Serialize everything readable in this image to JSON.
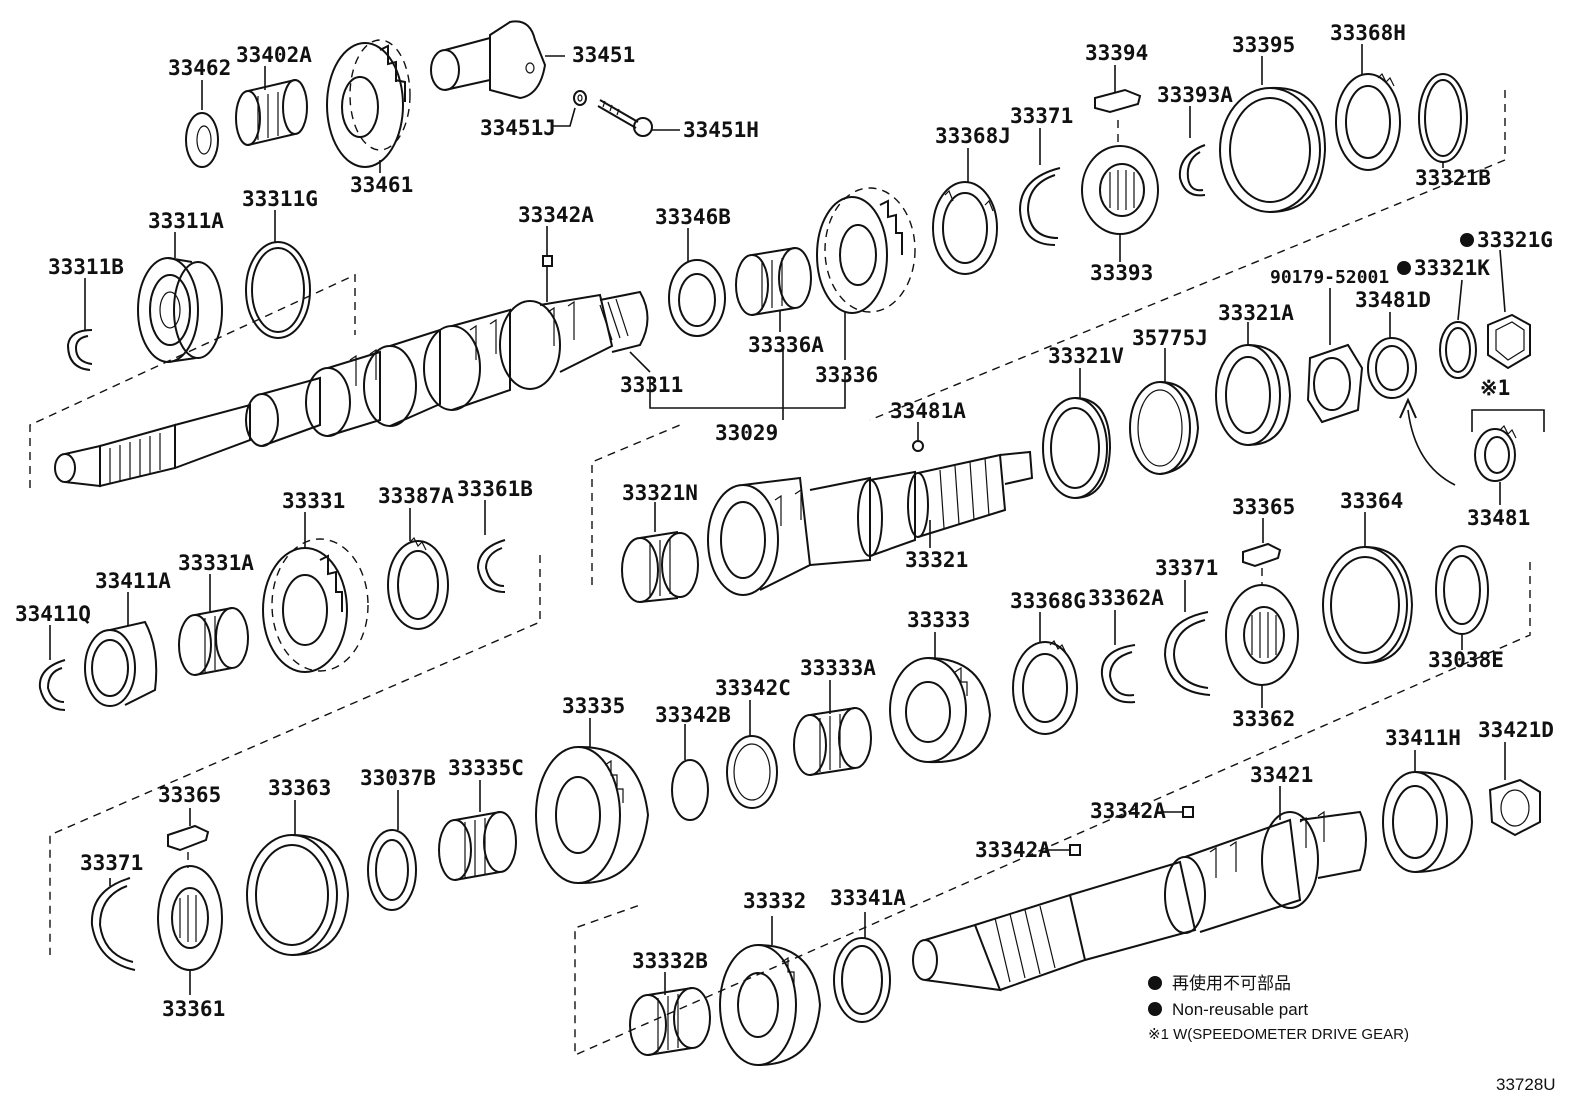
{
  "labels": {
    "p33462": "33462",
    "p33402A": "33402A",
    "p33451": "33451",
    "p33451J": "33451J",
    "p33451H": "33451H",
    "p33461": "33461",
    "p33311A": "33311A",
    "p33311G": "33311G",
    "p33311B": "33311B",
    "p33342A_top": "33342A",
    "p33346B": "33346B",
    "p33336A": "33336A",
    "p33336": "33336",
    "p33311": "33311",
    "p33029": "33029",
    "p33368J": "33368J",
    "p33371_top": "33371",
    "p33394": "33394",
    "p33393A": "33393A",
    "p33395": "33395",
    "p33368H": "33368H",
    "p33393": "33393",
    "p33321B": "33321B",
    "p33321G": "33321G",
    "p33321K": "33321K",
    "p90179": "90179-52001",
    "p33481D": "33481D",
    "p33321A": "33321A",
    "p35775J": "35775J",
    "p33321V": "33321V",
    "p33481A": "33481A",
    "p33481": "33481",
    "p33321N": "33321N",
    "p33321": "33321",
    "p33331": "33331",
    "p33387A": "33387A",
    "p33361B": "33361B",
    "p33411A": "33411A",
    "p33331A": "33331A",
    "p33411Q": "33411Q",
    "p33365_mid": "33365",
    "p33364": "33364",
    "p33371_mid": "33371",
    "p33362A": "33362A",
    "p33368G": "33368G",
    "p33333": "33333",
    "p33362": "33362",
    "p33038E": "33038E",
    "p33335": "33335",
    "p33342B": "33342B",
    "p33342C": "33342C",
    "p33333A": "33333A",
    "p33365_bot": "33365",
    "p33363": "33363",
    "p33037B": "33037B",
    "p33335C": "33335C",
    "p33371_bot": "33371",
    "p33361": "33361",
    "p33421": "33421",
    "p33411H": "33411H",
    "p33421D": "33421D",
    "p33342A_r": "33342A",
    "p33342A_l": "33342A",
    "p33332": "33332",
    "p33341A": "33341A",
    "p33332B": "33332B"
  },
  "note_mark": "※1",
  "legend": {
    "line1": "再使用不可部品",
    "line2": "Non-reusable part",
    "line3": "※1 W(SPEEDOMETER DRIVE GEAR)"
  },
  "figure_id": "33728U"
}
